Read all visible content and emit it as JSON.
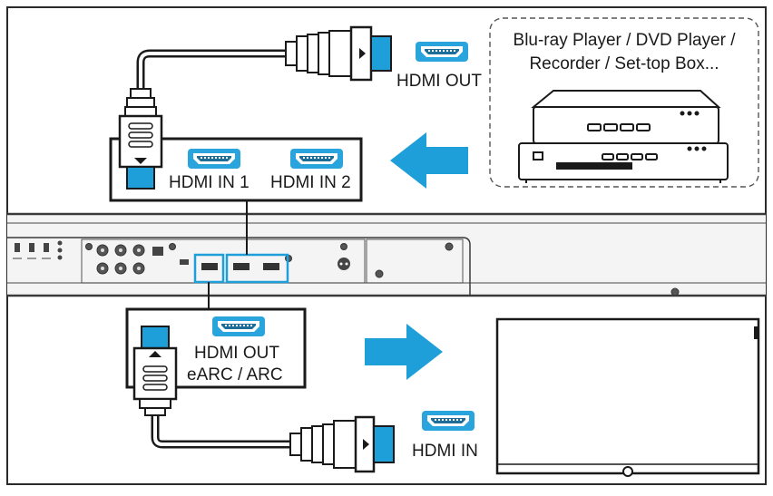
{
  "labels": {
    "source_hdmi_out": "HDMI OUT",
    "source_devices_line1": "Blu-ray Player / DVD Player /",
    "source_devices_line2": "Recorder / Set-top Box...",
    "hdmi_in_1": "HDMI IN 1",
    "hdmi_in_2": "HDMI IN 2",
    "soundbar_hdmi_out": "HDMI OUT",
    "soundbar_earc": "eARC / ARC",
    "tv_hdmi_in": "HDMI IN"
  },
  "colors": {
    "accent_blue": "#1f9fd9",
    "line": "#2a2a2a",
    "port_blue": "#2aa4dc"
  },
  "icons": [
    "hdmi-port-icon",
    "hdmi-plug-icon",
    "arrow-left-icon",
    "arrow-right-icon",
    "tv-icon",
    "bluray-player-icon",
    "soundbar-icon"
  ]
}
